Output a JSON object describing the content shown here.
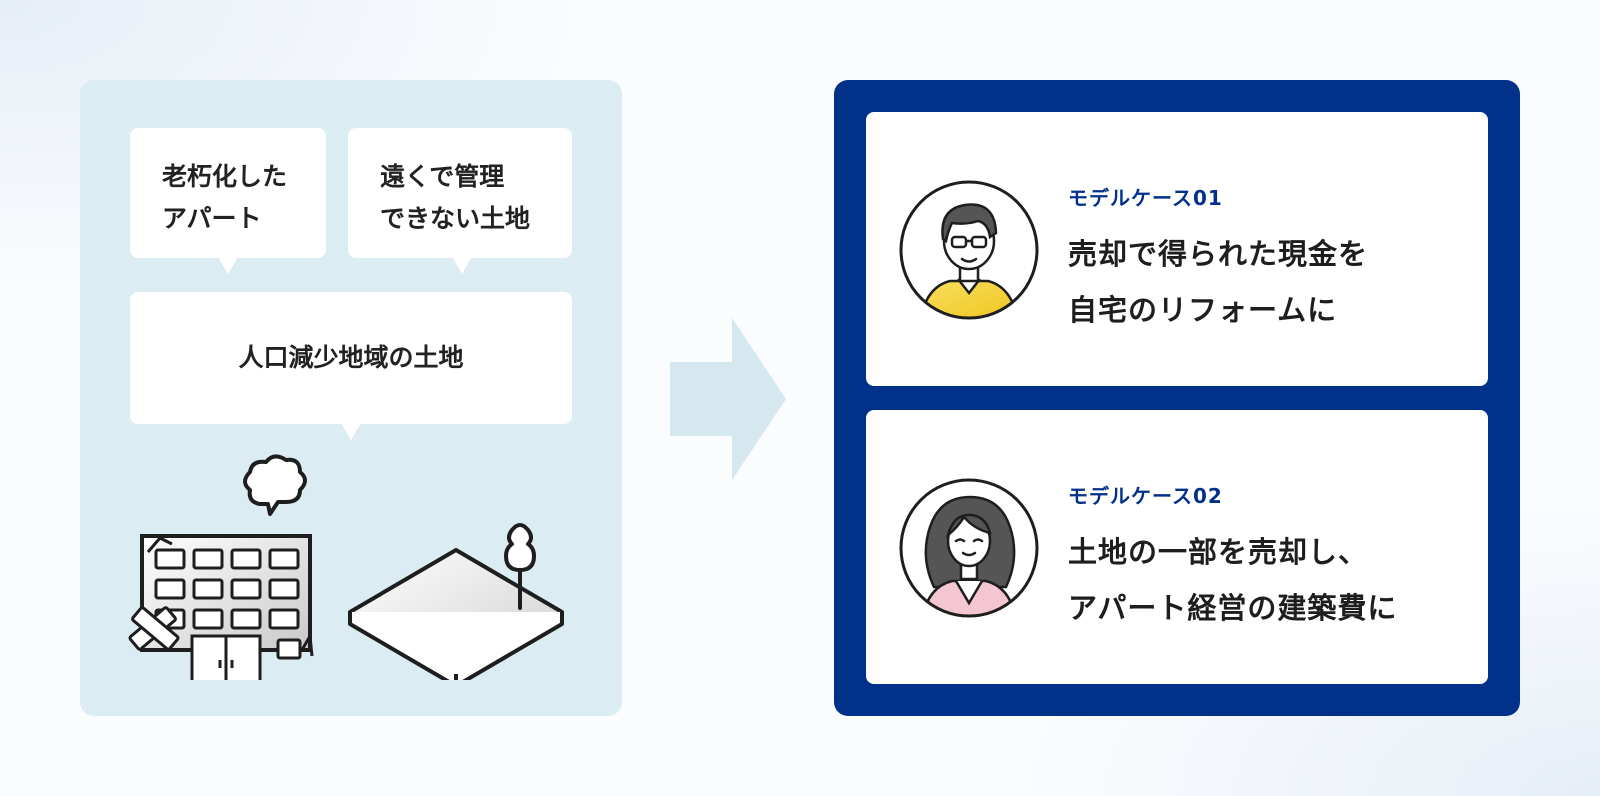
{
  "left": {
    "bubble1": [
      "老朽化した",
      "アパート"
    ],
    "bubble2": [
      "遠くで管理",
      "できない土地"
    ],
    "bubble3": "人口減少地域の土地",
    "illustration": {
      "icons": [
        "building-icon",
        "land-plot-icon",
        "tree-icon",
        "cloud-icon"
      ]
    }
  },
  "right": {
    "cases": [
      {
        "label": "モデルケース01",
        "lines": [
          "売却で得られた現金を",
          "自宅のリフォームに"
        ],
        "avatar": "man-avatar-icon"
      },
      {
        "label": "モデルケース02",
        "lines": [
          "土地の一部を売却し、",
          "アパート経営の建築費に"
        ],
        "avatar": "woman-avatar-icon"
      }
    ]
  },
  "colors": {
    "navy": "#02318a",
    "light_blue": "#dcecf3",
    "arrow": "#d5e8f0",
    "shirt_yellow": "#f6d23e",
    "shirt_pink": "#f4c6d2"
  }
}
